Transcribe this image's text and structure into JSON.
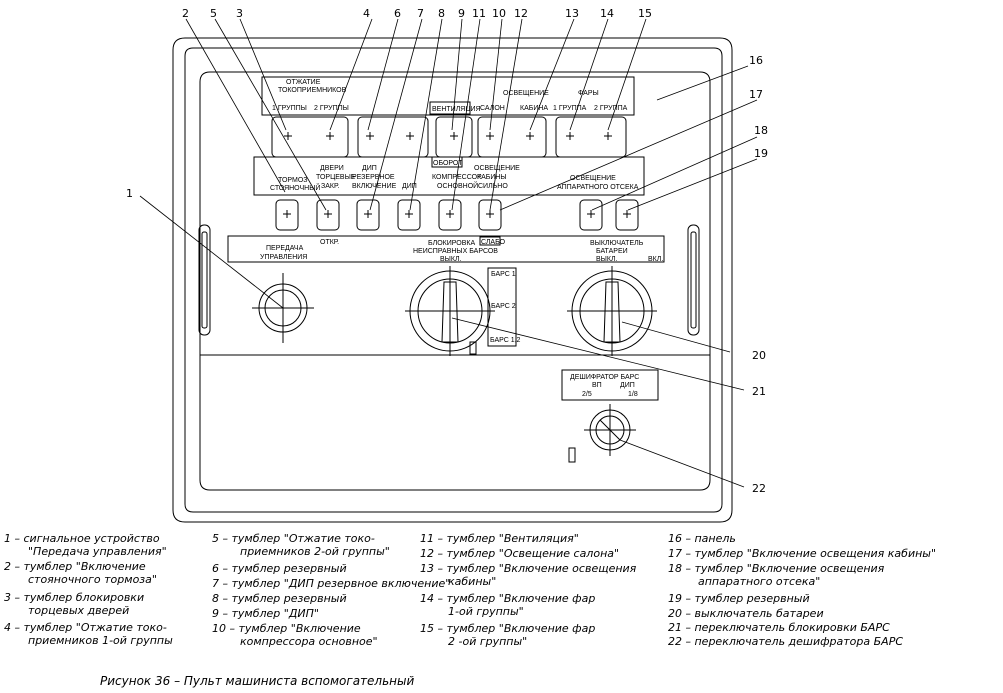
{
  "panel": {
    "labels": {
      "otzhatie1": "ОТЖАТИЕ",
      "otzhatie2": "ТОКОПРИЕМНИКОВ",
      "gr1": "1 ГРУППЫ",
      "gr2": "2 ГРУППЫ",
      "ventilyaciya": "ВЕНТИЛЯЦИЯ",
      "osveshchenie": "ОСВЕЩЕНИЕ",
      "salon": "САЛОН",
      "kabina": "КАБИНА",
      "fary": "ФАРЫ",
      "fary_gr1": "1 ГРУППА",
      "fary_gr2": "2 ГРУППА",
      "oborot": "ОБОРОТ",
      "tormoz1": "ТОРМОЗ",
      "tormoz2": "СТОЯНОЧНЫЙ",
      "dveri1": "ДВЕРИ",
      "dveri2": "ТОРЦЕВЫЕ",
      "dveri3": "ЗАКР.",
      "dip1": "ДИП",
      "dip2": "РЕЗЕРВНОЕ",
      "dip3": "ВКЛЮЧЕНИЕ",
      "dip": "ДИП",
      "kompressor1": "КОМПРЕССОР",
      "kompressor2": "ОСНОВНОЙ",
      "osv_kab1": "ОСВЕЩЕНИЕ",
      "osv_kab2": "КАБИНЫ",
      "osv_kab3": "СИЛЬНО",
      "osv_app1": "ОСВЕЩЕНИЕ",
      "osv_app2": "АППАРАТНОГО ОТСЕКА",
      "slabo": "СЛАБО",
      "otkr": "ОТКР.",
      "peredacha1": "ПЕРЕДАЧА",
      "peredacha2": "УПРАВЛЕНИЯ",
      "blok1": "БЛОКИРОВКА",
      "blok2": "НЕИСПРАВНЫХ БАРСОВ",
      "vykl": "ВЫКЛ.",
      "bars1": "БАРС 1",
      "bars2": "БАРС 2",
      "bars12": "БАРС 1,2",
      "vykl_bat1": "ВЫКЛЮЧАТЕЛЬ",
      "vykl_bat2": "БАТАРЕИ",
      "vykl2": "ВЫКЛ.",
      "vkl": "ВКЛ.",
      "desh1": "ДЕШИФРАТОР БАРС",
      "desh_vp": "ВП",
      "desh_dip": "ДИП",
      "desh_25": "2/5",
      "desh_18": "1/8"
    },
    "callouts": [
      "1",
      "2",
      "3",
      "4",
      "5",
      "6",
      "7",
      "8",
      "9",
      "10",
      "11",
      "12",
      "13",
      "14",
      "15",
      "16",
      "17",
      "18",
      "19",
      "20",
      "21",
      "22"
    ]
  },
  "legend": [
    {
      "id": 1,
      "lines": [
        "1 – сигнальное устройство",
        "\"Передача управления\""
      ]
    },
    {
      "id": 2,
      "lines": [
        "2 – тумблер \"Включение",
        "стояночного тормоза\""
      ]
    },
    {
      "id": 3,
      "lines": [
        "3 – тумблер блокировки",
        "торцевых дверей"
      ]
    },
    {
      "id": 4,
      "lines": [
        "4 – тумблер \"Отжатие токо-",
        "приемников 1-ой группы"
      ]
    },
    {
      "id": 5,
      "lines": [
        "5 – тумблер \"Отжатие токо-",
        "приемников 2-ой группы\""
      ]
    },
    {
      "id": 6,
      "lines": [
        "6 – тумблер резервный"
      ]
    },
    {
      "id": 7,
      "lines": [
        "7 – тумблер \"ДИП резервное включение\""
      ]
    },
    {
      "id": 8,
      "lines": [
        "8 – тумблер резервный"
      ]
    },
    {
      "id": 9,
      "lines": [
        "9 – тумблер \"ДИП\""
      ]
    },
    {
      "id": 10,
      "lines": [
        "10 – тумблер \"Включение",
        "компрессора основное\""
      ]
    },
    {
      "id": 11,
      "lines": [
        "11 – тумблер \"Вентиляция\""
      ]
    },
    {
      "id": 12,
      "lines": [
        "12 – тумблер \"Освещение салона\""
      ]
    },
    {
      "id": 13,
      "lines": [
        "13 – тумблер \"Включение освещения",
        "кабины\""
      ]
    },
    {
      "id": 14,
      "lines": [
        "14 – тумблер \"Включение фар",
        "1-ой группы\""
      ]
    },
    {
      "id": 15,
      "lines": [
        "15 – тумблер \"Включение фар",
        "2 -ой группы\""
      ]
    },
    {
      "id": 16,
      "lines": [
        "16 – панель"
      ]
    },
    {
      "id": 17,
      "lines": [
        "17 – тумблер \"Включение освещения кабины\""
      ]
    },
    {
      "id": 18,
      "lines": [
        "18 – тумблер \"Включение освещения",
        "аппаратного отсека\""
      ]
    },
    {
      "id": 19,
      "lines": [
        "19 – тумблер резервный"
      ]
    },
    {
      "id": 20,
      "lines": [
        "20 – выключатель батареи"
      ]
    },
    {
      "id": 21,
      "lines": [
        "21 – переключатель блокировки БАРС"
      ]
    },
    {
      "id": 22,
      "lines": [
        "22 – переключатель дешифратора БАРС"
      ]
    }
  ],
  "caption": "Рисунок 36 – Пульт машиниста вспомогательный"
}
